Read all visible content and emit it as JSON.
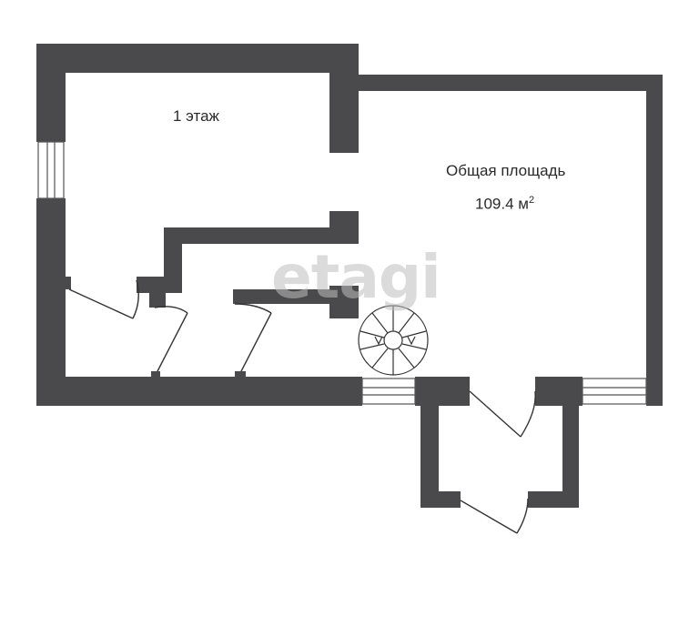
{
  "floor_label": "1 этаж",
  "area": {
    "title": "Общая площадь",
    "value": "109.4 м",
    "unit_sup": "2"
  },
  "watermark": "etagi",
  "colors": {
    "wall": "#4a4a4d",
    "line": "#333333",
    "background": "#ffffff",
    "watermark": "#bebebe"
  }
}
